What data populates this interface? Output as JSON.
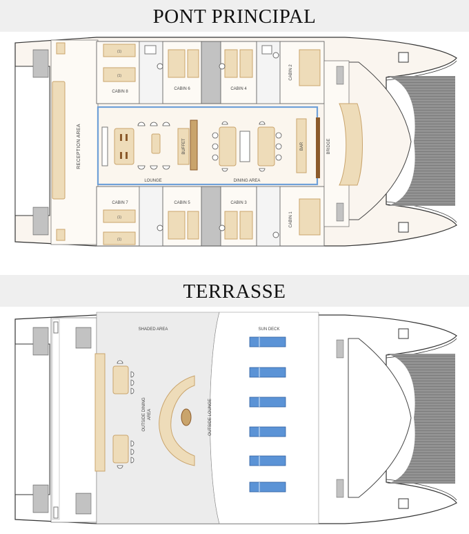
{
  "titles": {
    "main_deck": "PONT PRINCIPAL",
    "top_deck": "TERRASSE"
  },
  "main_deck": {
    "reception": "RECEPTION AREA",
    "lounge": "LOUNGE",
    "dining": "DINING AREA",
    "buffet": "BUFFET",
    "bar": "BAR",
    "bridge": "BRIDGE",
    "cabins": {
      "c1": "CABIN 1",
      "c2": "CABIN 2",
      "c3": "CABIN 3",
      "c4": "CABIN 4",
      "c5": "CABIN 5",
      "c6": "CABIN 6",
      "c7": "CABIN 7",
      "c8": "CABIN 8"
    },
    "bed_marker": "(1)"
  },
  "top_deck": {
    "shaded": "SHADED AREA",
    "sun_deck": "SUN DECK",
    "outside_dining": "OUTSIDE DINING AREA",
    "outside_lounge": "OUTSIDE LOUNGE"
  },
  "colors": {
    "hull": "#faf5ef",
    "tan": "#eedcb9",
    "tan_dark": "#c9a46c",
    "brown": "#8b5a2b",
    "highlight": "#6fa0d8",
    "sunbed": "#5b93d6",
    "shaded": "#ececec"
  }
}
